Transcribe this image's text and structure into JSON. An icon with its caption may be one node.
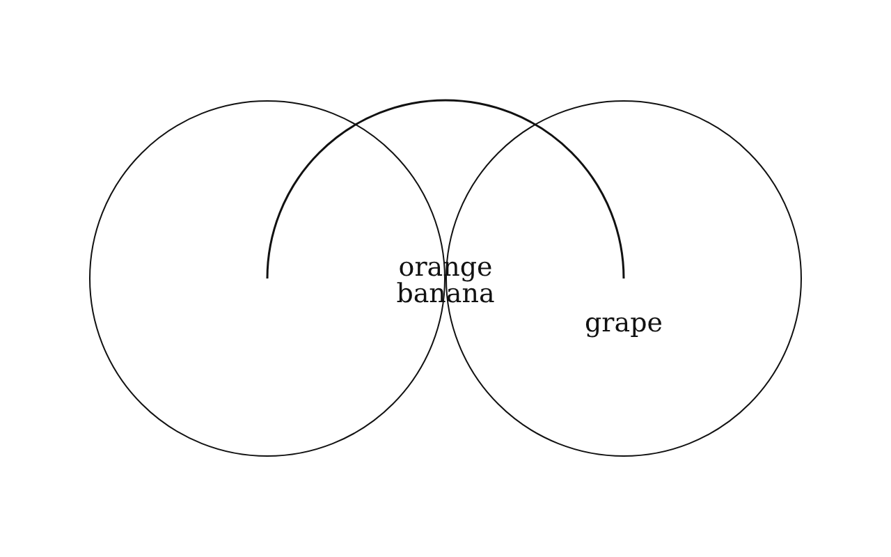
{
  "diagram": {
    "nodes": [
      {
        "text": [],
        "shape": "circle"
      },
      {
        "text": [
          "grape"
        ]
      }
    ],
    "labels": [
      "orange",
      "banana"
    ]
  }
}
